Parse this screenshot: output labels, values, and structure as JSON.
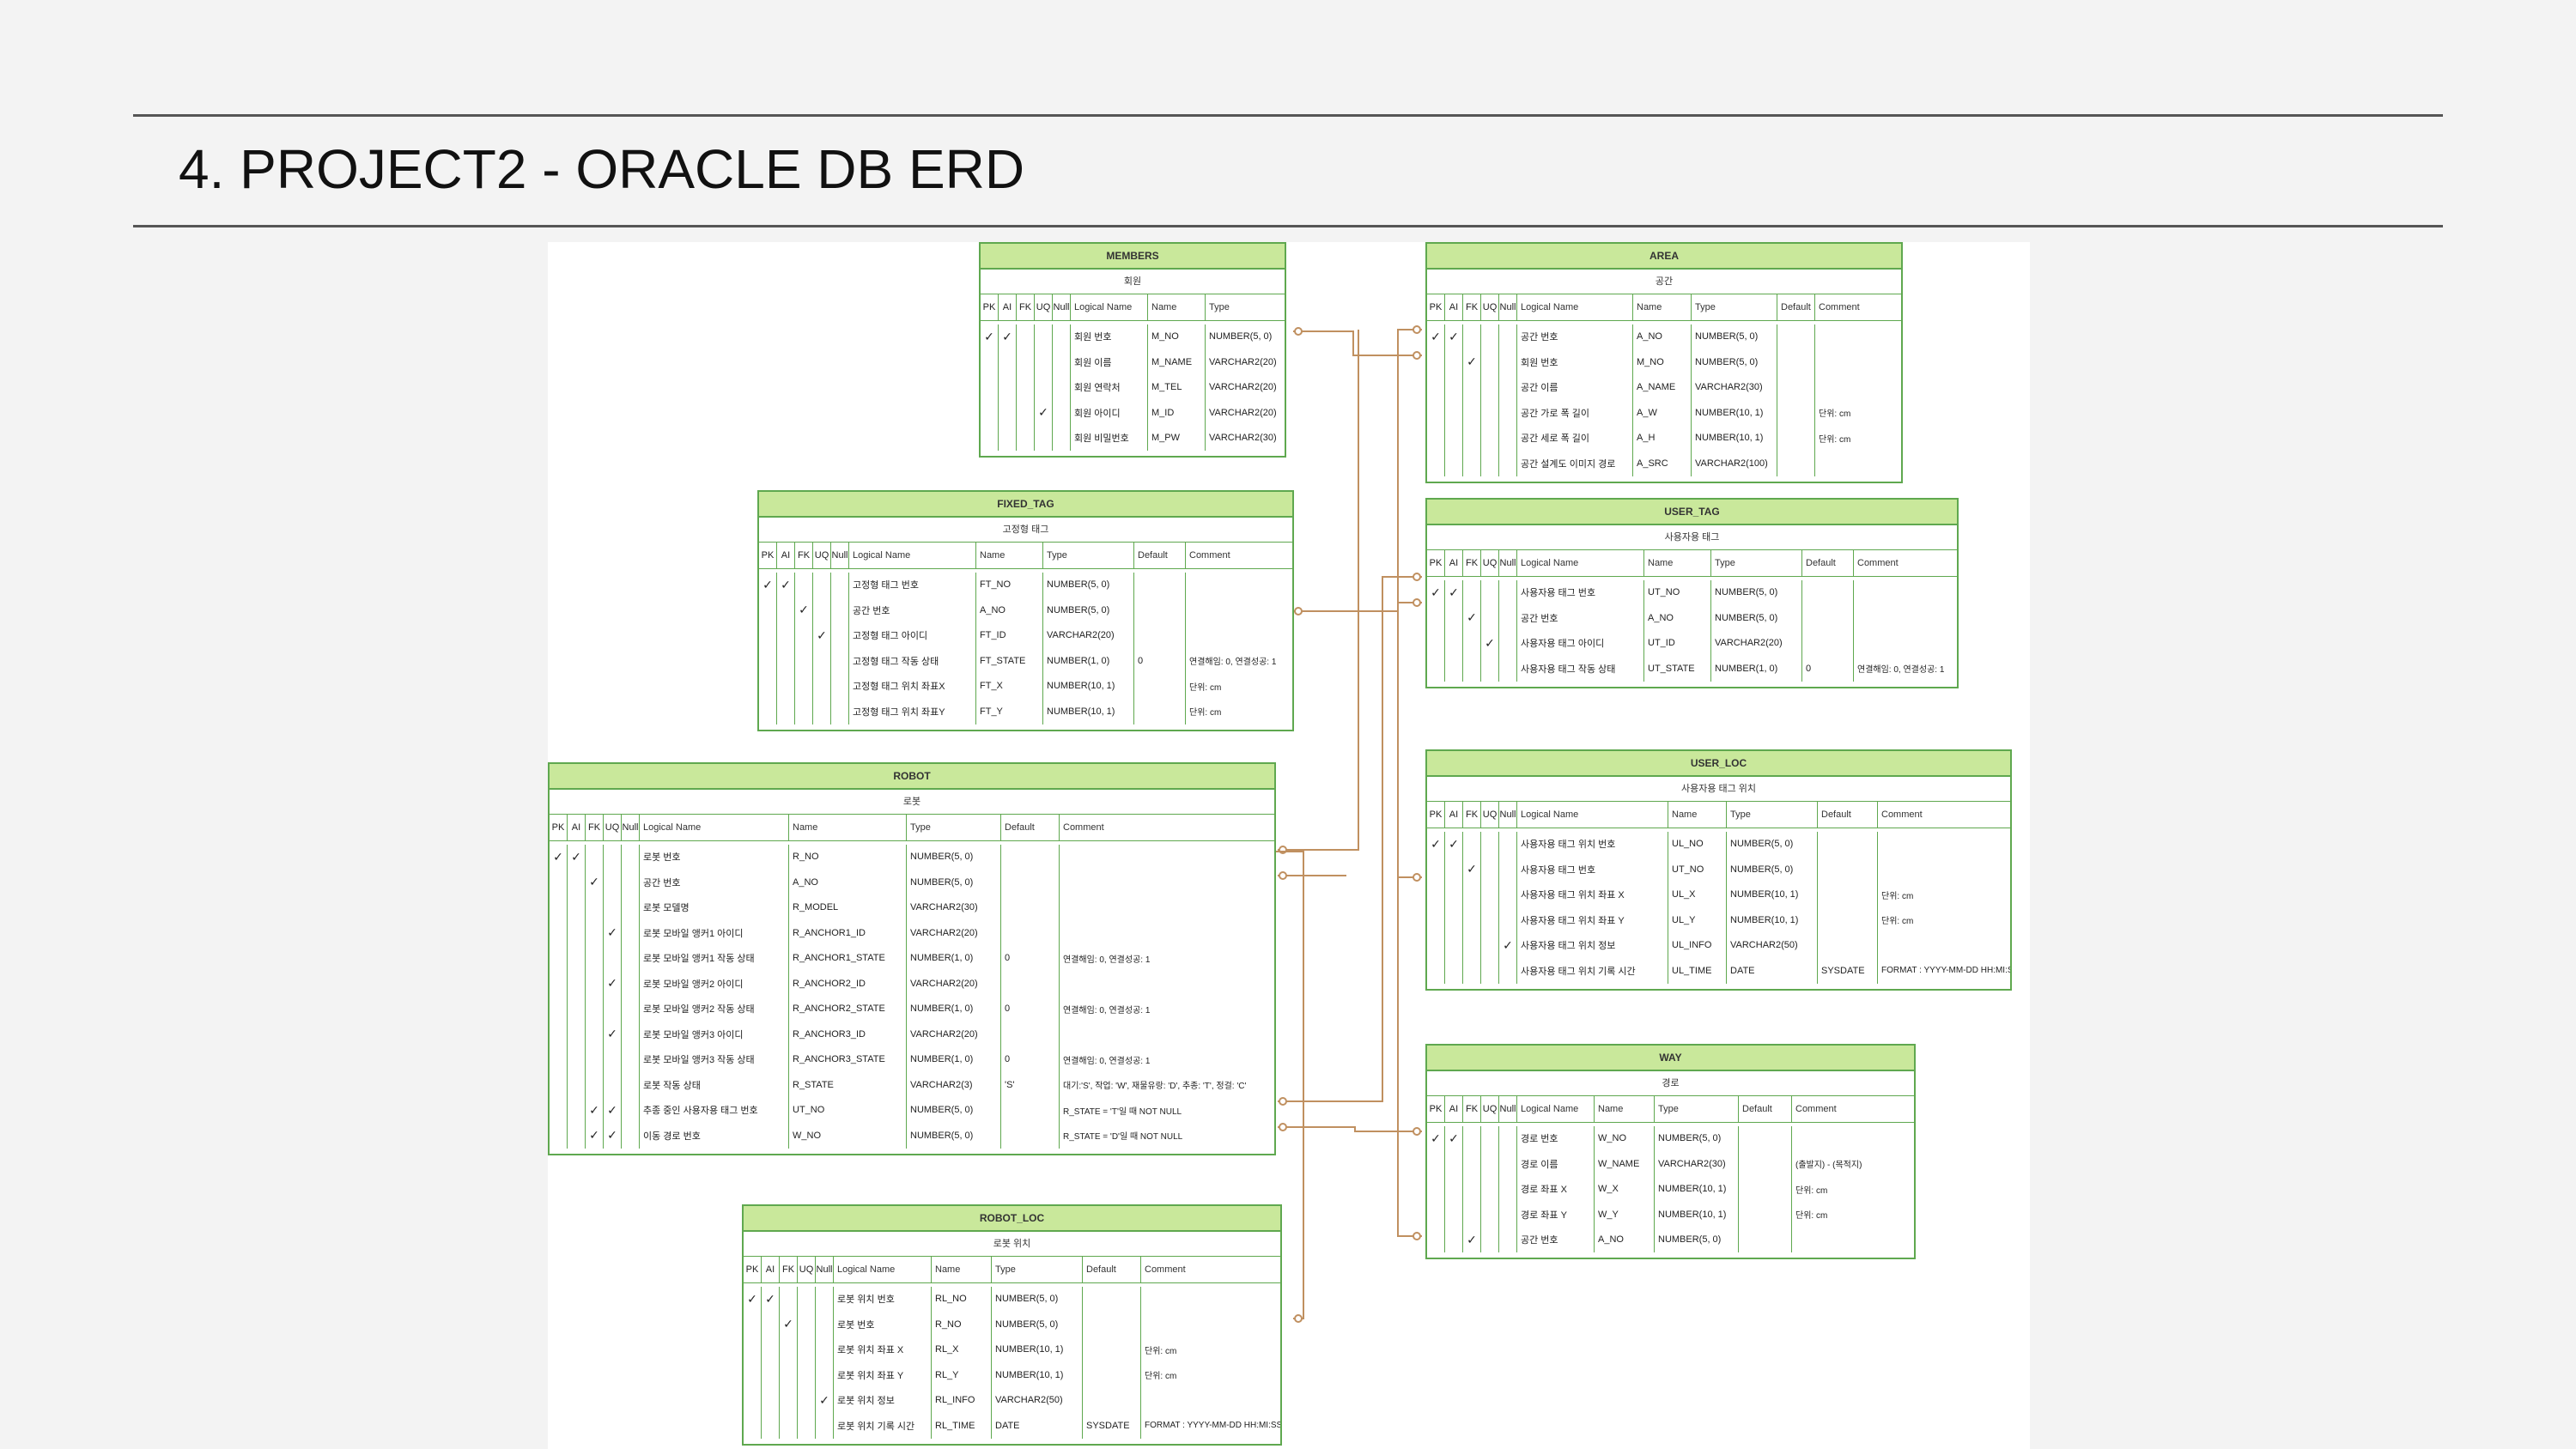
{
  "slide": {
    "title": "4. PROJECT2 - ORACLE DB ERD"
  },
  "colors": {
    "table_border": "#5fa84f",
    "table_header_bg": "#c9e89b",
    "relation_line": "#c09060"
  },
  "columns": {
    "pk": "PK",
    "ai": "AI",
    "fk": "FK",
    "uq": "UQ",
    "null": "Null",
    "logical": "Logical Name",
    "name": "Name",
    "type": "Type",
    "default": "Default",
    "comment": "Comment"
  },
  "tables": {
    "members": {
      "name": "MEMBERS",
      "logical": "회원",
      "rows": [
        {
          "pk": "✓",
          "ai": "✓",
          "fk": "",
          "uq": "",
          "nl": "",
          "logical": "회원 번호",
          "name": "M_NO",
          "type": "NUMBER(5, 0)"
        },
        {
          "pk": "",
          "ai": "",
          "fk": "",
          "uq": "",
          "nl": "",
          "logical": "회원 이름",
          "name": "M_NAME",
          "type": "VARCHAR2(20)"
        },
        {
          "pk": "",
          "ai": "",
          "fk": "",
          "uq": "",
          "nl": "",
          "logical": "회원 연락처",
          "name": "M_TEL",
          "type": "VARCHAR2(20)"
        },
        {
          "pk": "",
          "ai": "",
          "fk": "",
          "uq": "✓",
          "nl": "",
          "logical": "회원 아이디",
          "name": "M_ID",
          "type": "VARCHAR2(20)"
        },
        {
          "pk": "",
          "ai": "",
          "fk": "",
          "uq": "",
          "nl": "",
          "logical": "회원 비밀번호",
          "name": "M_PW",
          "type": "VARCHAR2(30)"
        }
      ]
    },
    "area": {
      "name": "AREA",
      "logical": "공간",
      "rows": [
        {
          "pk": "✓",
          "ai": "✓",
          "fk": "",
          "uq": "",
          "nl": "",
          "logical": "공간 번호",
          "name": "A_NO",
          "type": "NUMBER(5, 0)",
          "def": "",
          "comment": ""
        },
        {
          "pk": "",
          "ai": "",
          "fk": "✓",
          "uq": "",
          "nl": "",
          "logical": "회원 번호",
          "name": "M_NO",
          "type": "NUMBER(5, 0)",
          "def": "",
          "comment": ""
        },
        {
          "pk": "",
          "ai": "",
          "fk": "",
          "uq": "",
          "nl": "",
          "logical": "공간 이름",
          "name": "A_NAME",
          "type": "VARCHAR2(30)",
          "def": "",
          "comment": ""
        },
        {
          "pk": "",
          "ai": "",
          "fk": "",
          "uq": "",
          "nl": "",
          "logical": "공간 가로 폭 길이",
          "name": "A_W",
          "type": "NUMBER(10, 1)",
          "def": "",
          "comment": "단위: cm"
        },
        {
          "pk": "",
          "ai": "",
          "fk": "",
          "uq": "",
          "nl": "",
          "logical": "공간 세로 폭 길이",
          "name": "A_H",
          "type": "NUMBER(10, 1)",
          "def": "",
          "comment": "단위: cm"
        },
        {
          "pk": "",
          "ai": "",
          "fk": "",
          "uq": "",
          "nl": "",
          "logical": "공간 설계도 이미지 경로",
          "name": "A_SRC",
          "type": "VARCHAR2(100)",
          "def": "",
          "comment": ""
        }
      ]
    },
    "fixed_tag": {
      "name": "FIXED_TAG",
      "logical": "고정형 태그",
      "rows": [
        {
          "pk": "✓",
          "ai": "✓",
          "fk": "",
          "uq": "",
          "nl": "",
          "logical": "고정형 태그 번호",
          "name": "FT_NO",
          "type": "NUMBER(5, 0)",
          "def": "",
          "comment": ""
        },
        {
          "pk": "",
          "ai": "",
          "fk": "✓",
          "uq": "",
          "nl": "",
          "logical": "공간 번호",
          "name": "A_NO",
          "type": "NUMBER(5, 0)",
          "def": "",
          "comment": ""
        },
        {
          "pk": "",
          "ai": "",
          "fk": "",
          "uq": "✓",
          "nl": "",
          "logical": "고정형 태그 아이디",
          "name": "FT_ID",
          "type": "VARCHAR2(20)",
          "def": "",
          "comment": ""
        },
        {
          "pk": "",
          "ai": "",
          "fk": "",
          "uq": "",
          "nl": "",
          "logical": "고정형 태그 작동 상태",
          "name": "FT_STATE",
          "type": "NUMBER(1, 0)",
          "def": "0",
          "comment": "연결해임: 0, 연결성공: 1"
        },
        {
          "pk": "",
          "ai": "",
          "fk": "",
          "uq": "",
          "nl": "",
          "logical": "고정형 태그 위치 좌표X",
          "name": "FT_X",
          "type": "NUMBER(10, 1)",
          "def": "",
          "comment": "단위: cm"
        },
        {
          "pk": "",
          "ai": "",
          "fk": "",
          "uq": "",
          "nl": "",
          "logical": "고정형 태그 위치 좌표Y",
          "name": "FT_Y",
          "type": "NUMBER(10, 1)",
          "def": "",
          "comment": "단위: cm"
        }
      ]
    },
    "user_tag": {
      "name": "USER_TAG",
      "logical": "사용자용 태그",
      "rows": [
        {
          "pk": "✓",
          "ai": "✓",
          "fk": "",
          "uq": "",
          "nl": "",
          "logical": "사용자용 태그 번호",
          "name": "UT_NO",
          "type": "NUMBER(5, 0)",
          "def": "",
          "comment": ""
        },
        {
          "pk": "",
          "ai": "",
          "fk": "✓",
          "uq": "",
          "nl": "",
          "logical": "공간 번호",
          "name": "A_NO",
          "type": "NUMBER(5, 0)",
          "def": "",
          "comment": ""
        },
        {
          "pk": "",
          "ai": "",
          "fk": "",
          "uq": "✓",
          "nl": "",
          "logical": "사용자용 태그 아이디",
          "name": "UT_ID",
          "type": "VARCHAR2(20)",
          "def": "",
          "comment": ""
        },
        {
          "pk": "",
          "ai": "",
          "fk": "",
          "uq": "",
          "nl": "",
          "logical": "사용자용 태그 작동 상태",
          "name": "UT_STATE",
          "type": "NUMBER(1, 0)",
          "def": "0",
          "comment": "연결해임: 0, 연결성공: 1"
        }
      ]
    },
    "robot": {
      "name": "ROBOT",
      "logical": "로봇",
      "rows": [
        {
          "pk": "✓",
          "ai": "✓",
          "fk": "",
          "uq": "",
          "nl": "",
          "logical": "로봇 번호",
          "name": "R_NO",
          "type": "NUMBER(5, 0)",
          "def": "",
          "comment": ""
        },
        {
          "pk": "",
          "ai": "",
          "fk": "✓",
          "uq": "",
          "nl": "",
          "logical": "공간 번호",
          "name": "A_NO",
          "type": "NUMBER(5, 0)",
          "def": "",
          "comment": ""
        },
        {
          "pk": "",
          "ai": "",
          "fk": "",
          "uq": "",
          "nl": "",
          "logical": "로봇 모델명",
          "name": "R_MODEL",
          "type": "VARCHAR2(30)",
          "def": "",
          "comment": ""
        },
        {
          "pk": "",
          "ai": "",
          "fk": "",
          "uq": "✓",
          "nl": "",
          "logical": "로봇 모바일 앵커1 아이디",
          "name": "R_ANCHOR1_ID",
          "type": "VARCHAR2(20)",
          "def": "",
          "comment": ""
        },
        {
          "pk": "",
          "ai": "",
          "fk": "",
          "uq": "",
          "nl": "",
          "logical": "로봇 모바일 앵커1 작동 상태",
          "name": "R_ANCHOR1_STATE",
          "type": "NUMBER(1, 0)",
          "def": "0",
          "comment": "연결해임: 0, 연결성공: 1"
        },
        {
          "pk": "",
          "ai": "",
          "fk": "",
          "uq": "✓",
          "nl": "",
          "logical": "로봇 모바일 앵커2 아이디",
          "name": "R_ANCHOR2_ID",
          "type": "VARCHAR2(20)",
          "def": "",
          "comment": ""
        },
        {
          "pk": "",
          "ai": "",
          "fk": "",
          "uq": "",
          "nl": "",
          "logical": "로봇 모바일 앵커2 작동 상태",
          "name": "R_ANCHOR2_STATE",
          "type": "NUMBER(1, 0)",
          "def": "0",
          "comment": "연결해임: 0, 연결성공: 1"
        },
        {
          "pk": "",
          "ai": "",
          "fk": "",
          "uq": "✓",
          "nl": "",
          "logical": "로봇 모바일 앵커3 아이디",
          "name": "R_ANCHOR3_ID",
          "type": "VARCHAR2(20)",
          "def": "",
          "comment": ""
        },
        {
          "pk": "",
          "ai": "",
          "fk": "",
          "uq": "",
          "nl": "",
          "logical": "로봇 모바일 앵커3 작동 상태",
          "name": "R_ANCHOR3_STATE",
          "type": "NUMBER(1, 0)",
          "def": "0",
          "comment": "연결해임: 0, 연결성공: 1"
        },
        {
          "pk": "",
          "ai": "",
          "fk": "",
          "uq": "",
          "nl": "",
          "logical": "로봇 작동 상태",
          "name": "R_STATE",
          "type": "VARCHAR2(3)",
          "def": "'S'",
          "comment": "대기:'S', 작업: 'W', 재물유랑: 'D', 추종: 'T', 정걸: 'C'"
        },
        {
          "pk": "",
          "ai": "",
          "fk": "✓",
          "uq": "✓",
          "nl": "",
          "logical": "추종 중인 사용자용 태그 번호",
          "name": "UT_NO",
          "type": "NUMBER(5, 0)",
          "def": "",
          "comment": "R_STATE = 'T'일 때 NOT NULL"
        },
        {
          "pk": "",
          "ai": "",
          "fk": "✓",
          "uq": "✓",
          "nl": "",
          "logical": "이동 경로 번호",
          "name": "W_NO",
          "type": "NUMBER(5, 0)",
          "def": "",
          "comment": "R_STATE = 'D'일 때 NOT NULL"
        }
      ]
    },
    "user_loc": {
      "name": "USER_LOC",
      "logical": "사용자용 태그 위치",
      "rows": [
        {
          "pk": "✓",
          "ai": "✓",
          "fk": "",
          "uq": "",
          "nl": "",
          "logical": "사용자용 태그 위치 번호",
          "name": "UL_NO",
          "type": "NUMBER(5, 0)",
          "def": "",
          "comment": ""
        },
        {
          "pk": "",
          "ai": "",
          "fk": "✓",
          "uq": "",
          "nl": "",
          "logical": "사용자용 태그 번호",
          "name": "UT_NO",
          "type": "NUMBER(5, 0)",
          "def": "",
          "comment": ""
        },
        {
          "pk": "",
          "ai": "",
          "fk": "",
          "uq": "",
          "nl": "",
          "logical": "사용자용 태그 위치 좌표 X",
          "name": "UL_X",
          "type": "NUMBER(10, 1)",
          "def": "",
          "comment": "단위: cm"
        },
        {
          "pk": "",
          "ai": "",
          "fk": "",
          "uq": "",
          "nl": "",
          "logical": "사용자용 태그 위치 좌표 Y",
          "name": "UL_Y",
          "type": "NUMBER(10, 1)",
          "def": "",
          "comment": "단위: cm"
        },
        {
          "pk": "",
          "ai": "",
          "fk": "",
          "uq": "",
          "nl": "✓",
          "logical": "사용자용 태그 위치 정보",
          "name": "UL_INFO",
          "type": "VARCHAR2(50)",
          "def": "",
          "comment": ""
        },
        {
          "pk": "",
          "ai": "",
          "fk": "",
          "uq": "",
          "nl": "",
          "logical": "사용자용 태그 위치 기록 시간",
          "name": "UL_TIME",
          "type": "DATE",
          "def": "SYSDATE",
          "comment": "FORMAT : YYYY-MM-DD HH:MI:SS"
        }
      ]
    },
    "way": {
      "name": "WAY",
      "logical": "경로",
      "rows": [
        {
          "pk": "✓",
          "ai": "✓",
          "fk": "",
          "uq": "",
          "nl": "",
          "logical": "경로 번호",
          "name": "W_NO",
          "type": "NUMBER(5, 0)",
          "def": "",
          "comment": ""
        },
        {
          "pk": "",
          "ai": "",
          "fk": "",
          "uq": "",
          "nl": "",
          "logical": "경로 이름",
          "name": "W_NAME",
          "type": "VARCHAR2(30)",
          "def": "",
          "comment": "(출발지) - (목적지)"
        },
        {
          "pk": "",
          "ai": "",
          "fk": "",
          "uq": "",
          "nl": "",
          "logical": "경로 좌표 X",
          "name": "W_X",
          "type": "NUMBER(10, 1)",
          "def": "",
          "comment": "단위: cm"
        },
        {
          "pk": "",
          "ai": "",
          "fk": "",
          "uq": "",
          "nl": "",
          "logical": "경로 좌표 Y",
          "name": "W_Y",
          "type": "NUMBER(10, 1)",
          "def": "",
          "comment": "단위: cm"
        },
        {
          "pk": "",
          "ai": "",
          "fk": "✓",
          "uq": "",
          "nl": "",
          "logical": "공간 번호",
          "name": "A_NO",
          "type": "NUMBER(5, 0)",
          "def": "",
          "comment": ""
        }
      ]
    },
    "robot_loc": {
      "name": "ROBOT_LOC",
      "logical": "로봇 위치",
      "rows": [
        {
          "pk": "✓",
          "ai": "✓",
          "fk": "",
          "uq": "",
          "nl": "",
          "logical": "로봇 위치 번호",
          "name": "RL_NO",
          "type": "NUMBER(5, 0)",
          "def": "",
          "comment": ""
        },
        {
          "pk": "",
          "ai": "",
          "fk": "✓",
          "uq": "",
          "nl": "",
          "logical": "로봇 번호",
          "name": "R_NO",
          "type": "NUMBER(5, 0)",
          "def": "",
          "comment": ""
        },
        {
          "pk": "",
          "ai": "",
          "fk": "",
          "uq": "",
          "nl": "",
          "logical": "로봇 위치 좌표 X",
          "name": "RL_X",
          "type": "NUMBER(10, 1)",
          "def": "",
          "comment": "단위: cm"
        },
        {
          "pk": "",
          "ai": "",
          "fk": "",
          "uq": "",
          "nl": "",
          "logical": "로봇 위치 좌표 Y",
          "name": "RL_Y",
          "type": "NUMBER(10, 1)",
          "def": "",
          "comment": "단위: cm"
        },
        {
          "pk": "",
          "ai": "",
          "fk": "",
          "uq": "",
          "nl": "✓",
          "logical": "로봇 위치 정보",
          "name": "RL_INFO",
          "type": "VARCHAR2(50)",
          "def": "",
          "comment": ""
        },
        {
          "pk": "",
          "ai": "",
          "fk": "",
          "uq": "",
          "nl": "",
          "logical": "로봇 위치 기록 시간",
          "name": "RL_TIME",
          "type": "DATE",
          "def": "SYSDATE",
          "comment": "FORMAT : YYYY-MM-DD HH:MI:SS"
        }
      ]
    }
  }
}
